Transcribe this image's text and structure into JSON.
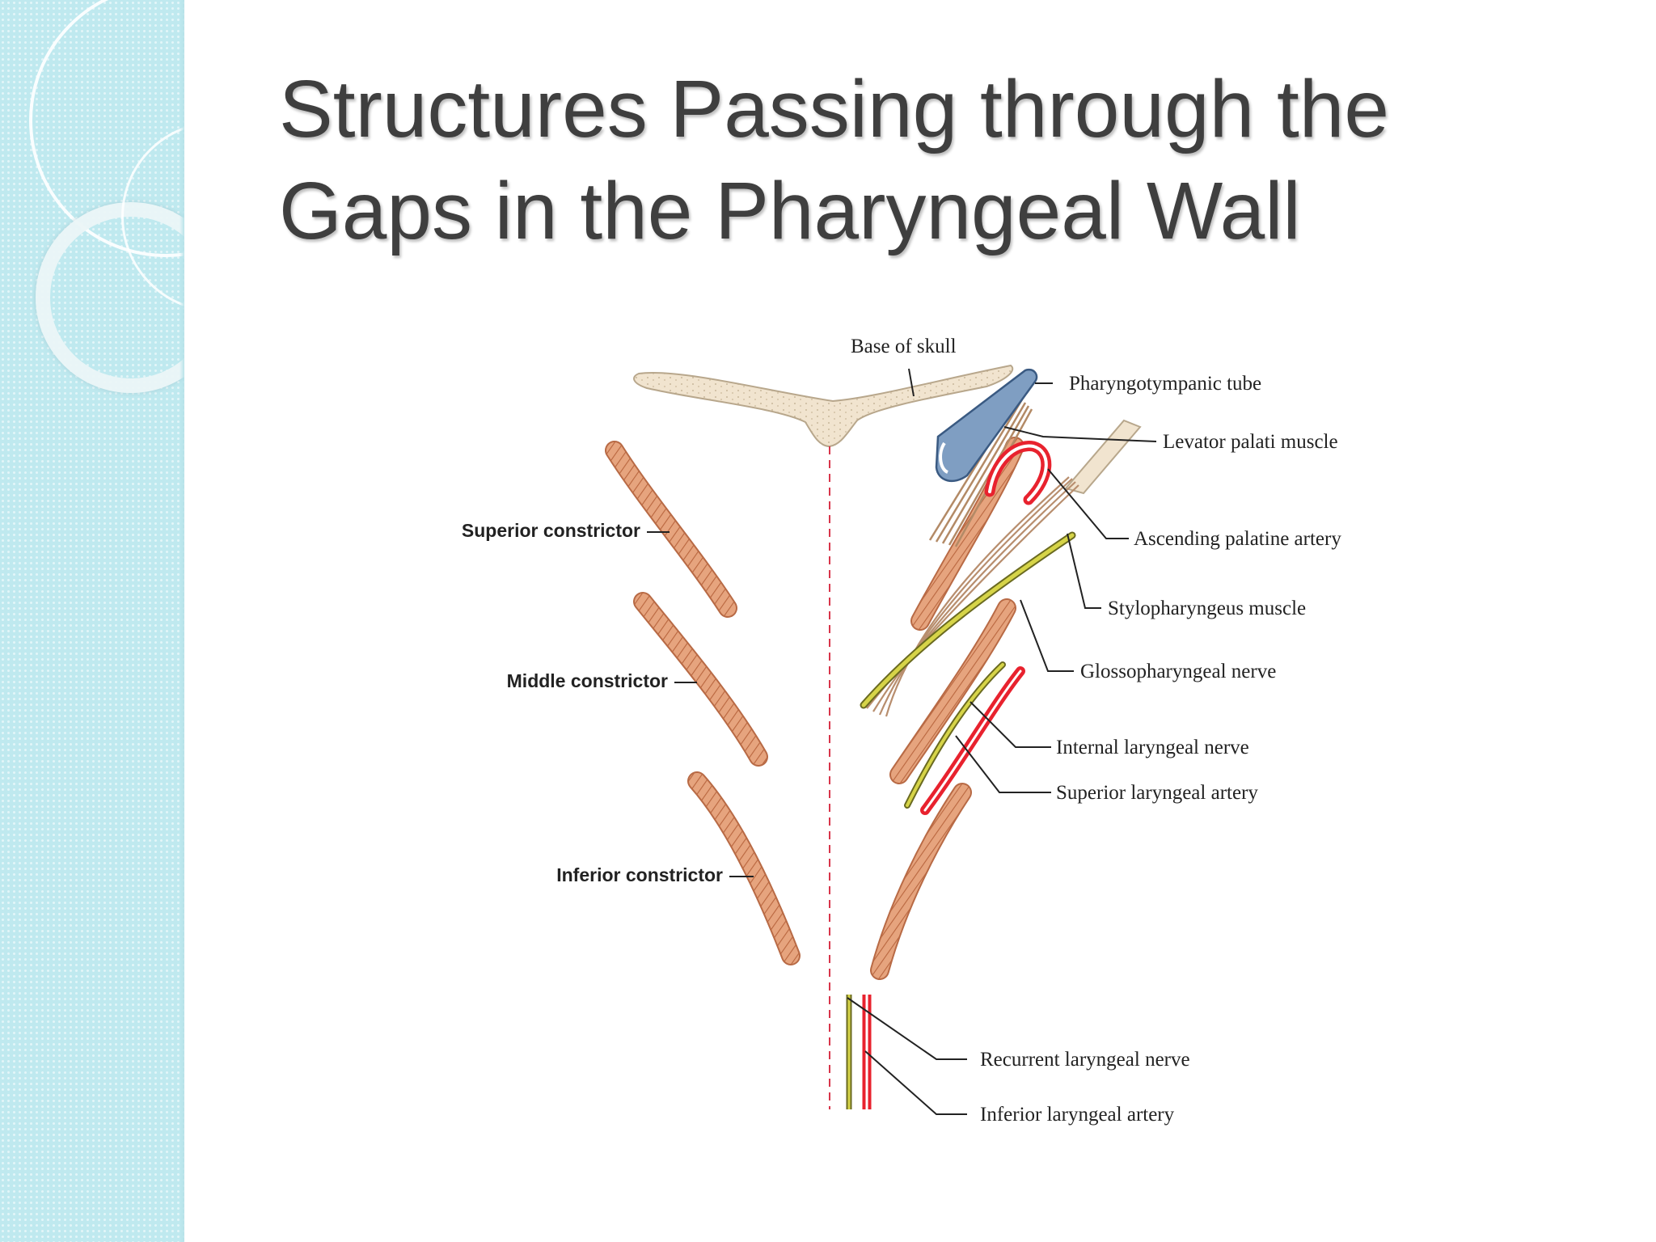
{
  "slide": {
    "title": "Structures Passing through the\nGaps in the Pharyngeal Wall"
  },
  "diagram": {
    "left_labels": {
      "superior_constrictor": "Superior constrictor",
      "middle_constrictor": "Middle constrictor",
      "inferior_constrictor": "Inferior constrictor"
    },
    "top_label": "Base of skull",
    "right_labels": {
      "pharyngotympanic_tube": "Pharyngotympanic tube",
      "levator_palati": "Levator palati muscle",
      "ascending_palatine": "Ascending palatine artery",
      "stylopharyngeus": "Stylopharyngeus muscle",
      "glossopharyngeal": "Glossopharyngeal nerve",
      "internal_laryngeal": "Internal laryngeal nerve",
      "superior_laryngeal_artery": "Superior laryngeal artery",
      "recurrent_laryngeal": "Recurrent laryngeal nerve",
      "inferior_laryngeal_artery": "Inferior laryngeal artery"
    },
    "colors": {
      "muscle": "#e0a27c",
      "muscle_stroke": "#b86a45",
      "bone": "#f1e4cf",
      "tube": "#7f9ec2",
      "artery": "#e8222e",
      "nerve": "#c8c838",
      "midline": "#d8354a"
    }
  }
}
